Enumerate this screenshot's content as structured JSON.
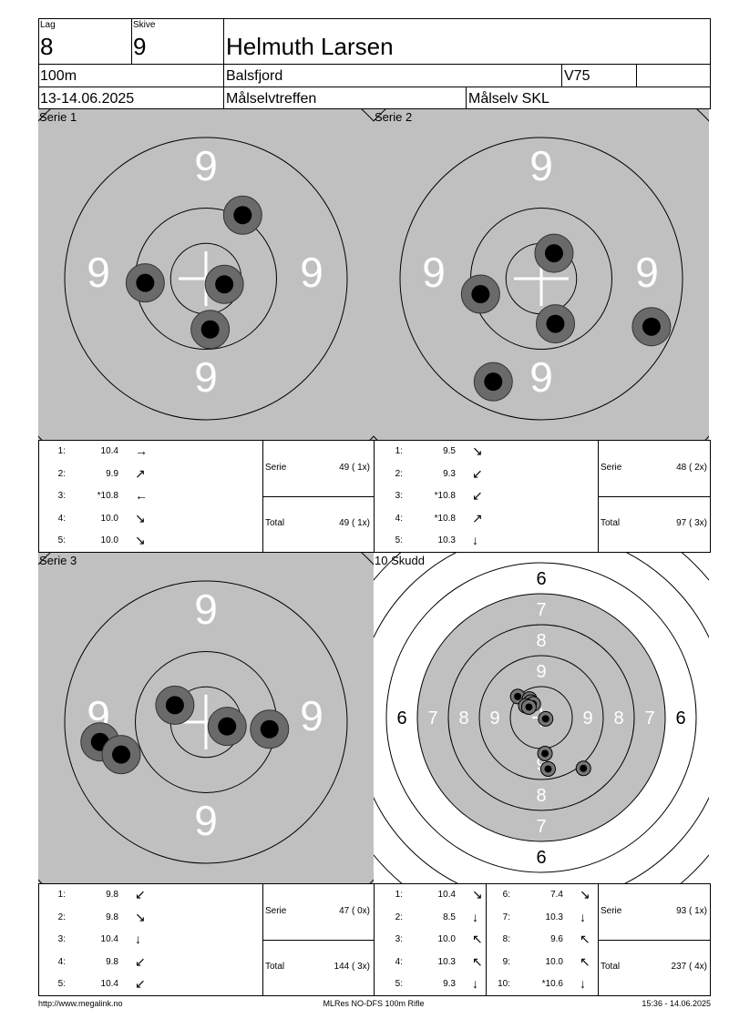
{
  "header": {
    "lag_label": "Lag",
    "lag": "8",
    "skive_label": "Skive",
    "skive": "9",
    "name": "Helmuth Larsen",
    "distance": "100m",
    "club": "Balsfjord",
    "class": "V75",
    "date": "13-14.06.2025",
    "event": "Målselvtreffen",
    "organizer": "Målselv SKL"
  },
  "targets": {
    "serie1": {
      "title": "Serie 1",
      "ring_label": "9",
      "shots": [
        {
          "dx": -0.43,
          "dy": 0.03
        },
        {
          "dx": 0.13,
          "dy": 0.04
        },
        {
          "dx": 0.26,
          "dy": -0.45
        },
        {
          "dx": 0.03,
          "dy": 0.36
        }
      ]
    },
    "serie2": {
      "title": "Serie 2",
      "ring_label": "9",
      "shots": [
        {
          "dx": 0.78,
          "dy": 0.34
        },
        {
          "dx": -0.43,
          "dy": 0.11
        },
        {
          "dx": 0.1,
          "dy": 0.32
        },
        {
          "dx": 0.09,
          "dy": -0.18
        },
        {
          "dx": -0.34,
          "dy": 0.73
        }
      ]
    },
    "serie3": {
      "title": "Serie 3",
      "ring_label": "9",
      "shots": [
        {
          "dx": -0.75,
          "dy": 0.14
        },
        {
          "dx": -0.6,
          "dy": 0.23
        },
        {
          "dx": 0.15,
          "dy": 0.03
        },
        {
          "dx": -0.22,
          "dy": -0.12
        },
        {
          "dx": 0.45,
          "dy": 0.05
        }
      ]
    },
    "combined": {
      "title": "10 Skudd",
      "ring_labels": {
        "r6": "6",
        "r7": "7",
        "r8": "8",
        "r9": "9"
      },
      "shots": [
        {
          "dx": -0.38,
          "dy": -0.34
        },
        {
          "dx": -0.19,
          "dy": -0.3
        },
        {
          "dx": -0.17,
          "dy": -0.25
        },
        {
          "dx": -0.13,
          "dy": -0.22
        },
        {
          "dx": -0.25,
          "dy": -0.19
        },
        {
          "dx": -0.2,
          "dy": -0.17
        },
        {
          "dx": 0.07,
          "dy": 0.02
        },
        {
          "dx": 0.06,
          "dy": 0.58
        },
        {
          "dx": 0.11,
          "dy": 0.83
        },
        {
          "dx": 0.68,
          "dy": 0.82
        }
      ]
    }
  },
  "tables": {
    "serie1": {
      "shots": [
        {
          "n": "1:",
          "v": "10.4",
          "arrow": "→"
        },
        {
          "n": "2:",
          "v": "9.9",
          "arrow": "↗"
        },
        {
          "n": "3:",
          "v": "*10.8",
          "arrow": "←"
        },
        {
          "n": "4:",
          "v": "10.0",
          "arrow": "↘"
        },
        {
          "n": "5:",
          "v": "10.0",
          "arrow": "↘"
        }
      ],
      "serie_label": "Serie",
      "serie_value": "49 ( 1x)",
      "total_label": "Total",
      "total_value": "49 ( 1x)"
    },
    "serie2": {
      "shots": [
        {
          "n": "1:",
          "v": "9.5",
          "arrow": "↘"
        },
        {
          "n": "2:",
          "v": "9.3",
          "arrow": "↙"
        },
        {
          "n": "3:",
          "v": "*10.8",
          "arrow": "↙"
        },
        {
          "n": "4:",
          "v": "*10.8",
          "arrow": "↗"
        },
        {
          "n": "5:",
          "v": "10.3",
          "arrow": "↓"
        }
      ],
      "serie_label": "Serie",
      "serie_value": "48 ( 2x)",
      "total_label": "Total",
      "total_value": "97 ( 3x)"
    },
    "serie3": {
      "shots": [
        {
          "n": "1:",
          "v": "9.8",
          "arrow": "↙"
        },
        {
          "n": "2:",
          "v": "9.8",
          "arrow": "↘"
        },
        {
          "n": "3:",
          "v": "10.4",
          "arrow": "↓"
        },
        {
          "n": "4:",
          "v": "9.8",
          "arrow": "↙"
        },
        {
          "n": "5:",
          "v": "10.4",
          "arrow": "↙"
        }
      ],
      "serie_label": "Serie",
      "serie_value": "47 ( 0x)",
      "total_label": "Total",
      "total_value": "144 ( 3x)"
    },
    "combined": {
      "left": [
        {
          "n": "1:",
          "v": "10.4",
          "arrow": "↘"
        },
        {
          "n": "2:",
          "v": "8.5",
          "arrow": "↓"
        },
        {
          "n": "3:",
          "v": "10.0",
          "arrow": "↖"
        },
        {
          "n": "4:",
          "v": "10.3",
          "arrow": "↖"
        },
        {
          "n": "5:",
          "v": "9.3",
          "arrow": "↓"
        }
      ],
      "right": [
        {
          "n": "6:",
          "v": "7.4",
          "arrow": "↘"
        },
        {
          "n": "7:",
          "v": "10.3",
          "arrow": "↓"
        },
        {
          "n": "8:",
          "v": "9.6",
          "arrow": "↖"
        },
        {
          "n": "9:",
          "v": "10.0",
          "arrow": "↖"
        },
        {
          "n": "10:",
          "v": "*10.6",
          "arrow": "↓"
        }
      ],
      "serie_label": "Serie",
      "serie_value": "93 ( 1x)",
      "total_label": "Total",
      "total_value": "237 ( 4x)"
    }
  },
  "footer": {
    "url": "http://www.megalink.no",
    "program": "MLRes NO-DFS 100m Rifle",
    "timestamp": "15:36 - 14.06.2025"
  }
}
